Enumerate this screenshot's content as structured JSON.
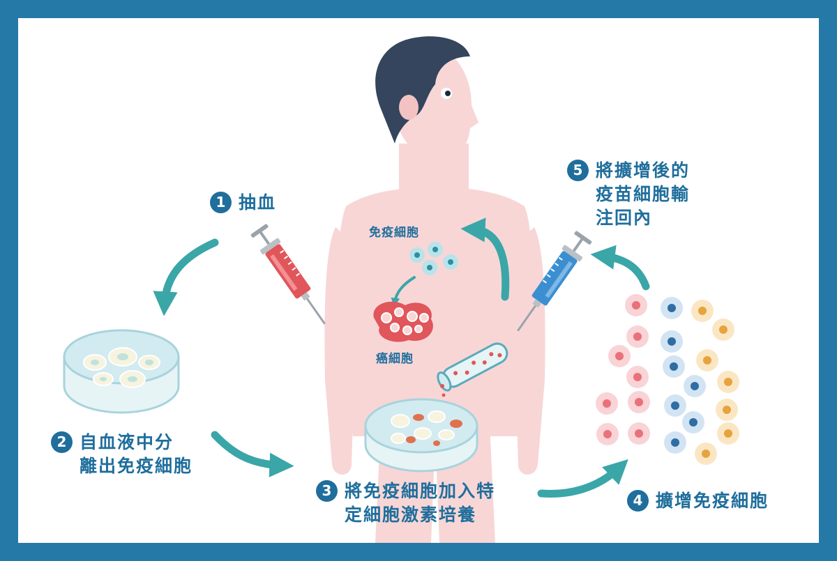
{
  "steps": [
    {
      "num": "1",
      "text": "抽血"
    },
    {
      "num": "2",
      "text": "自血液中分\n離出免疫細胞"
    },
    {
      "num": "3",
      "text": "將免疫細胞加入特\n定細胞激素培養"
    },
    {
      "num": "4",
      "text": "擴增免疫細胞"
    },
    {
      "num": "5",
      "text": "將擴增後的\n疫苗細胞輸\n注回內"
    }
  ],
  "labels": {
    "immune_cell": "免疫細胞",
    "cancer_cell": "癌細胞"
  },
  "icons": [
    "person-figure-icon",
    "red-syringe-icon",
    "blue-syringe-icon",
    "petri-dish-icon",
    "test-tube-icon",
    "cancer-cell-icon",
    "immune-cell-icon",
    "cycle-arrow-icon"
  ],
  "colors": {
    "frame": "#2579a6",
    "text": "#1f6e9c",
    "arrow": "#3aa6a8",
    "skin": "#f8d6d6",
    "hair": "#34455d",
    "red_syringe": "#e0565b",
    "blue_syringe": "#3b8fd1",
    "cell_red": "#e8717a",
    "cell_blue": "#2f6da3",
    "cell_orange": "#e7a33d"
  }
}
